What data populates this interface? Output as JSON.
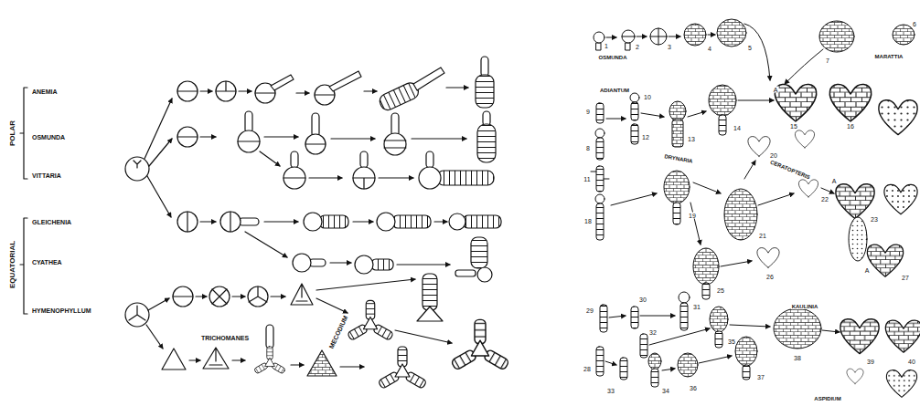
{
  "diagram": {
    "labels": [
      "POLAR",
      "ANEMIA",
      "OSMUNDA",
      "VITTARIA",
      "EQUATORIAL",
      "GLEICHENIA",
      "CYATHEA",
      "HYMENOPHYLLUM",
      "TRICHOMANES",
      "MECODIUM",
      "OSMUNDA",
      "MARATTIA",
      "ADIANTUM",
      "DRYNARIA",
      "CERATOPTERIS",
      "KAULINIA",
      "ASPIDIUM",
      "1",
      "2",
      "3",
      "4",
      "5",
      "6",
      "7",
      "8",
      "9",
      "10",
      "11",
      "12",
      "13",
      "14",
      "15",
      "16",
      "18",
      "19",
      "20",
      "21",
      "22",
      "23",
      "25",
      "26",
      "27",
      "28",
      "29",
      "30",
      "31",
      "32",
      "33",
      "34",
      "35",
      "36",
      "37",
      "38",
      "39",
      "40",
      "A",
      "A",
      "A"
    ]
  }
}
